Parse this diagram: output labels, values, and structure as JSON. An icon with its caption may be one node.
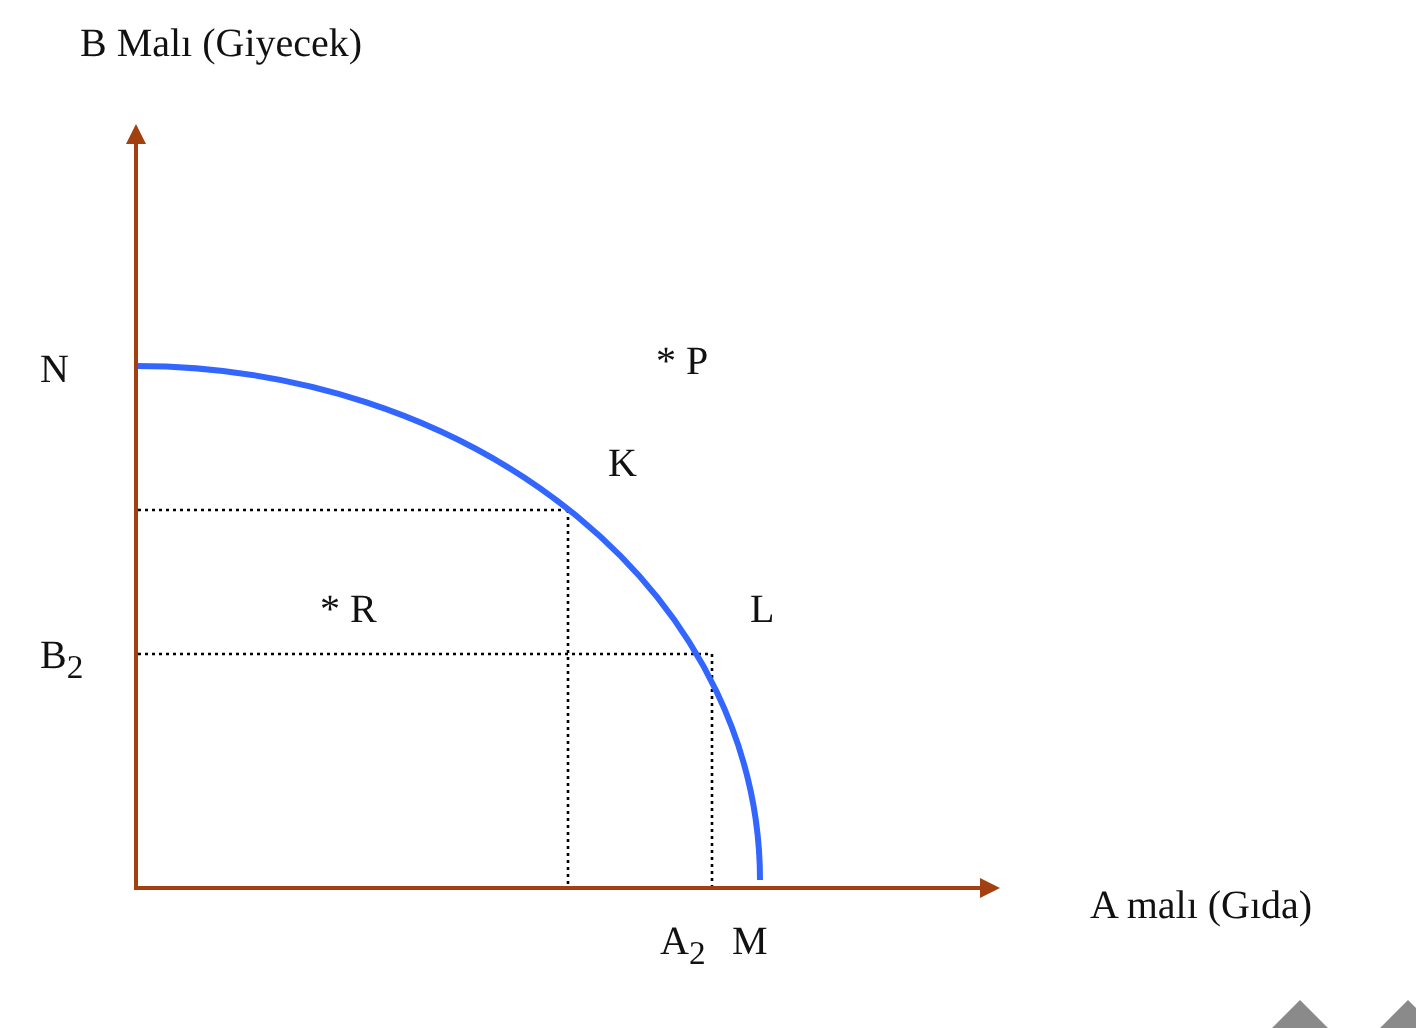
{
  "diagram": {
    "labels": [
      "B Malı (Giyecek)",
      "N",
      "* P",
      "K",
      "* R",
      "L",
      "B$_{2}$",
      "A malı (Gıda)",
      "A$_{2}$",
      "M"
    ]
  }
}
